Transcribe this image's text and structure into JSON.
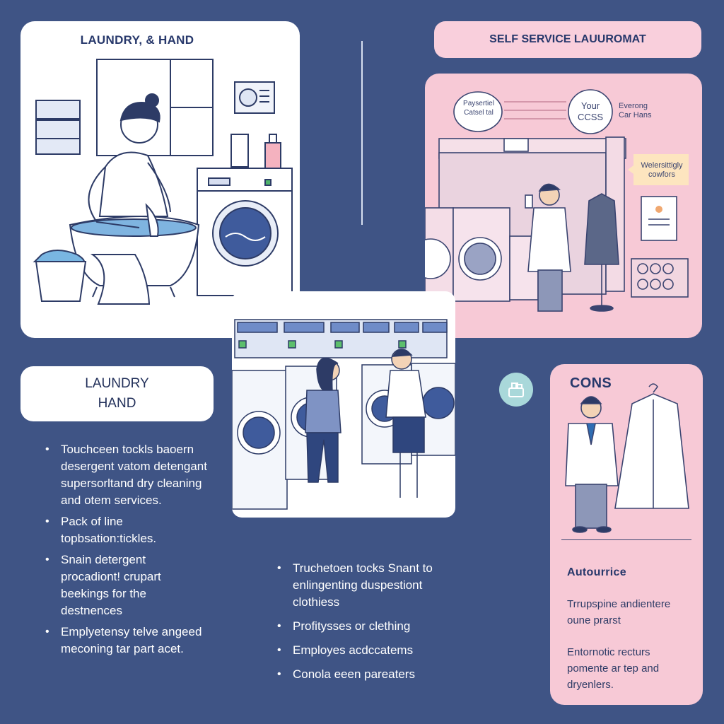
{
  "panels": {
    "top_left": {
      "title": "LAUNDRY, & HAND"
    },
    "top_right": {
      "header": "SELF SERVICE LAUUROMAT",
      "bubble_left": "Paysertiel Catsel tal",
      "bubble_mid": "Your CCSS",
      "bubble_right": "Everong Car Hans",
      "note": "Welersittigly cowfors"
    },
    "mid_left": {
      "title_line1": "LAUNDRY",
      "title_line2": "HAND"
    },
    "right_cons": {
      "title": "CONS",
      "subtitle": "Autourrice",
      "text1": "Trrupspine andientere oune prarst",
      "text2": "Entornotic recturs pomente ar tep and dryenlers."
    }
  },
  "left_list": [
    "Touchceen tockls baoern desergent vatom detengant supersorltand dry cleaning and otem services.",
    "Pack of line topbsation:tickles.",
    "Snain detergent procadiont! crupart beekings for the destnences",
    "Emplyetensy telve angeed meconing tar part acet."
  ],
  "center_list": [
    "Truchetoen tocks Snant to enlingenting duspestiont clothiess",
    "Profitysses or clething",
    "Employes acdccatems",
    "Conola eeen pareaters"
  ],
  "icons": [
    "laundry-basket-icon"
  ],
  "colors": {
    "background": "#3f5485",
    "pink": "#f7c9d6",
    "navy": "#27386b",
    "teal": "#a9d8da"
  }
}
